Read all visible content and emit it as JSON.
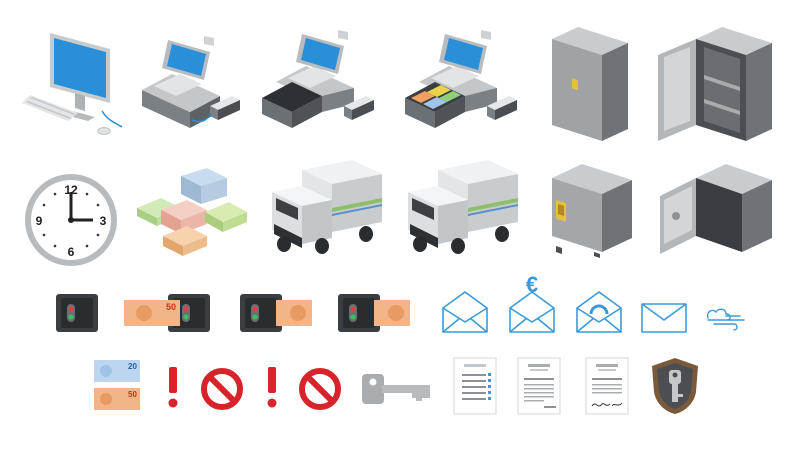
{
  "clock": {
    "numbers": [
      "12",
      "3",
      "6",
      "9"
    ]
  },
  "banknotes": {
    "note_20": "20",
    "note_50": "50"
  },
  "icons": [
    {
      "name": "desktop-computer-icon"
    },
    {
      "name": "cash-register-closed-icon"
    },
    {
      "name": "cash-register-open-empty-icon"
    },
    {
      "name": "cash-register-open-full-icon"
    },
    {
      "name": "safe-closed-tall-icon"
    },
    {
      "name": "safe-open-tall-icon"
    },
    {
      "name": "wall-clock-icon"
    },
    {
      "name": "money-stacks-icon"
    },
    {
      "name": "armored-truck-icon"
    },
    {
      "name": "armored-truck-alt-icon"
    },
    {
      "name": "safe-closed-small-icon"
    },
    {
      "name": "safe-open-small-icon"
    },
    {
      "name": "bill-acceptor-empty-icon"
    },
    {
      "name": "bill-acceptor-inserting-icon"
    },
    {
      "name": "bill-acceptor-accepting-icon"
    },
    {
      "name": "bill-acceptor-ejecting-icon"
    },
    {
      "name": "envelope-open-icon"
    },
    {
      "name": "envelope-euro-icon"
    },
    {
      "name": "envelope-at-icon"
    },
    {
      "name": "envelope-closed-icon"
    },
    {
      "name": "wind-icon"
    },
    {
      "name": "banknotes-pair-icon"
    },
    {
      "name": "exclamation-icon"
    },
    {
      "name": "prohibited-icon"
    },
    {
      "name": "exclamation-alt-icon"
    },
    {
      "name": "prohibited-alt-icon"
    },
    {
      "name": "key-icon"
    },
    {
      "name": "checklist-document-icon"
    },
    {
      "name": "form-document-icon"
    },
    {
      "name": "signed-document-icon"
    },
    {
      "name": "security-shield-key-icon"
    }
  ],
  "colors": {
    "screen_blue": "#2a8fd9",
    "metal_gray": "#8e9295",
    "outline_blue": "#3a9ad9",
    "alert_red": "#d9232a",
    "note_orange": "#f0a060",
    "note_blue": "#9fc4e8",
    "shield_brown": "#7a5a3a"
  }
}
